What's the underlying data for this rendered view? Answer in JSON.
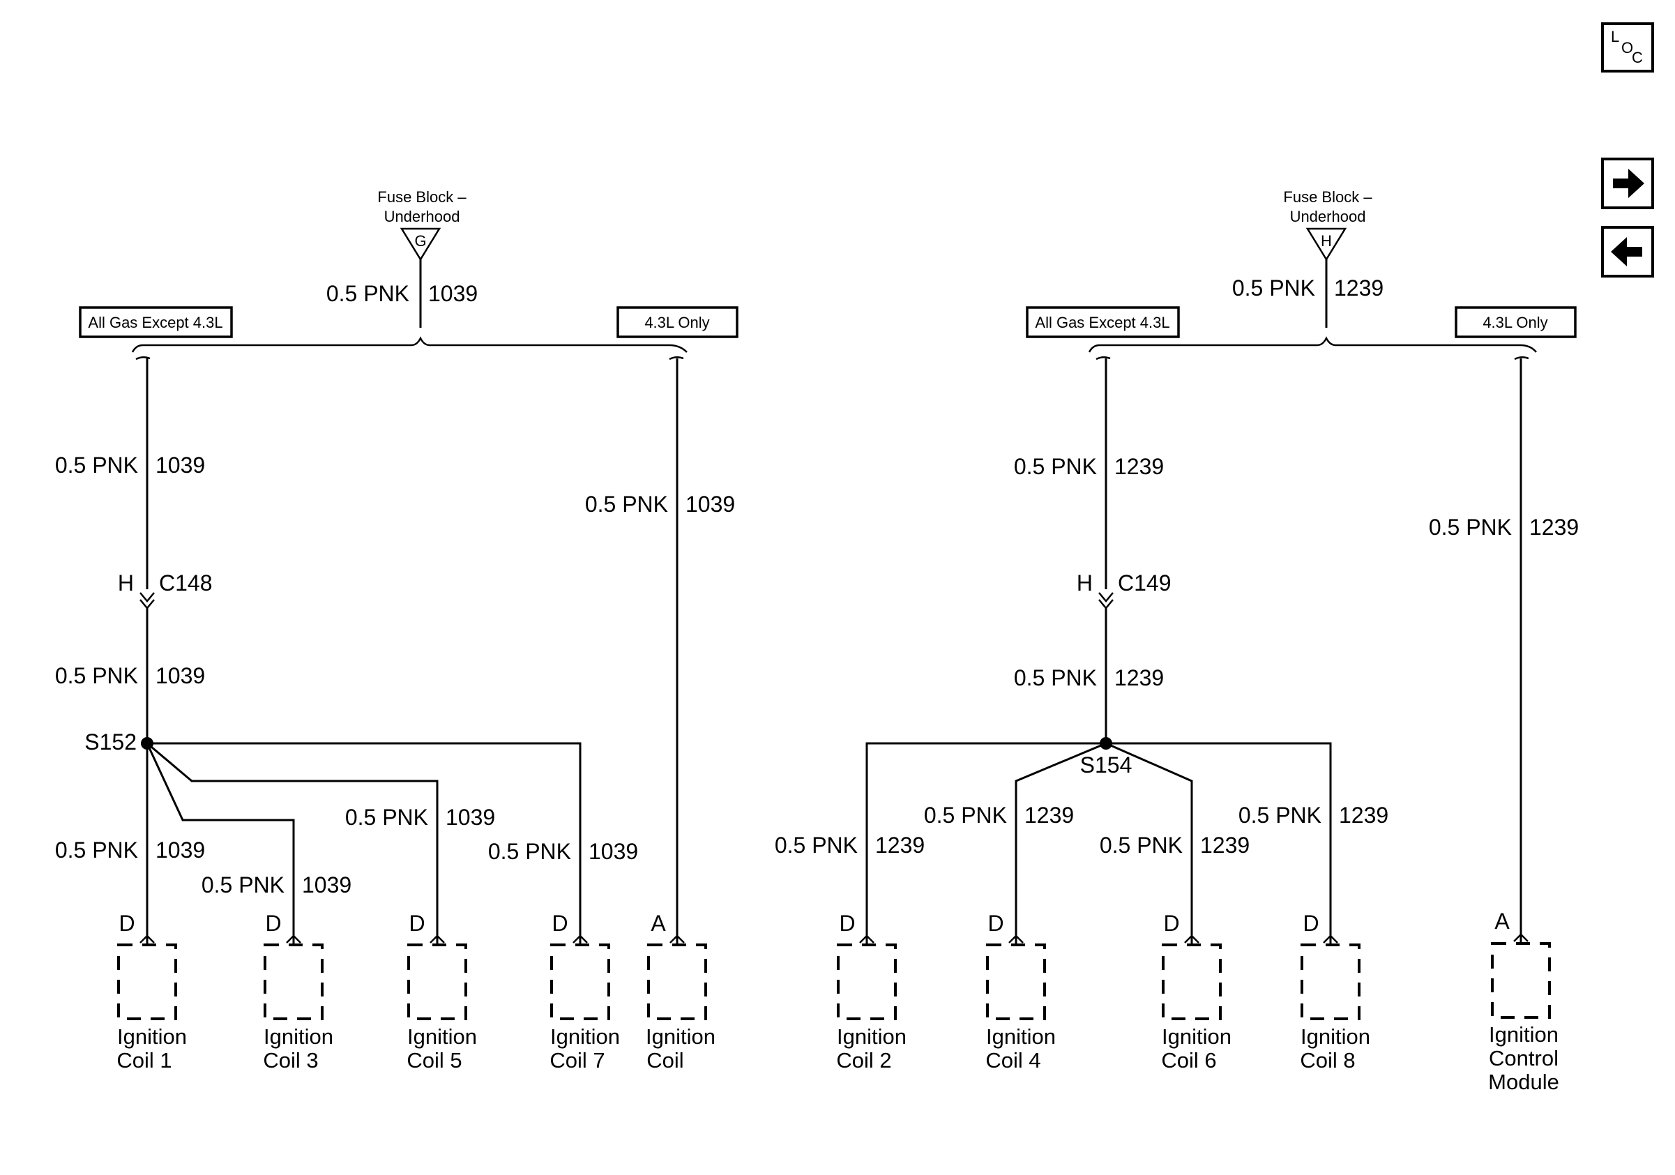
{
  "nav": {
    "loc_l": "L",
    "loc_o": "O",
    "loc_c": "C",
    "forward_icon": "arrow-right-icon",
    "back_icon": "arrow-left-icon"
  },
  "left": {
    "fuse_label_1": "Fuse Block –",
    "fuse_label_2": "Underhood",
    "fuse_pin": "G",
    "feed_wire": "0.5 PNK",
    "feed_circuit": "1039",
    "opt_a": "All Gas Except 4.3L",
    "opt_b": "4.3L Only",
    "wire_a": "0.5 PNK",
    "circuit_a": "1039",
    "wire_b": "0.5 PNK",
    "circuit_b": "1039",
    "conn_pin": "H",
    "conn_id": "C148",
    "wire_c": "0.5 PNK",
    "circuit_c": "1039",
    "splice": "S152",
    "coil1_wire": "0.5 PNK",
    "coil1_circuit": "1039",
    "coil3_wire": "0.5 PNK",
    "coil3_circuit": "1039",
    "coil5_wire": "0.5 PNK",
    "coil5_circuit": "1039",
    "coil7_wire": "0.5 PNK",
    "coil7_circuit": "1039",
    "components": [
      {
        "pin": "D",
        "line1": "Ignition",
        "line2": "Coil 1"
      },
      {
        "pin": "D",
        "line1": "Ignition",
        "line2": "Coil 3"
      },
      {
        "pin": "D",
        "line1": "Ignition",
        "line2": "Coil 5"
      },
      {
        "pin": "D",
        "line1": "Ignition",
        "line2": "Coil 7"
      },
      {
        "pin": "A",
        "line1": "Ignition",
        "line2": "Coil"
      }
    ]
  },
  "right": {
    "fuse_label_1": "Fuse Block –",
    "fuse_label_2": "Underhood",
    "fuse_pin": "H",
    "feed_wire": "0.5 PNK",
    "feed_circuit": "1239",
    "opt_a": "All Gas Except 4.3L",
    "opt_b": "4.3L Only",
    "wire_a": "0.5 PNK",
    "circuit_a": "1239",
    "wire_b": "0.5 PNK",
    "circuit_b": "1239",
    "conn_pin": "H",
    "conn_id": "C149",
    "wire_c": "0.5 PNK",
    "circuit_c": "1239",
    "splice": "S154",
    "coil2_wire": "0.5 PNK",
    "coil2_circuit": "1239",
    "coil4_wire": "0.5 PNK",
    "coil4_circuit": "1239",
    "coil6_wire": "0.5 PNK",
    "coil6_circuit": "1239",
    "coil8_wire": "0.5 PNK",
    "coil8_circuit": "1239",
    "components": [
      {
        "pin": "D",
        "line1": "Ignition",
        "line2": "Coil 2"
      },
      {
        "pin": "D",
        "line1": "Ignition",
        "line2": "Coil 4"
      },
      {
        "pin": "D",
        "line1": "Ignition",
        "line2": "Coil 6"
      },
      {
        "pin": "D",
        "line1": "Ignition",
        "line2": "Coil 8"
      },
      {
        "pin": "A",
        "line1": "Ignition",
        "line2": "Control",
        "line3": "Module"
      }
    ]
  }
}
